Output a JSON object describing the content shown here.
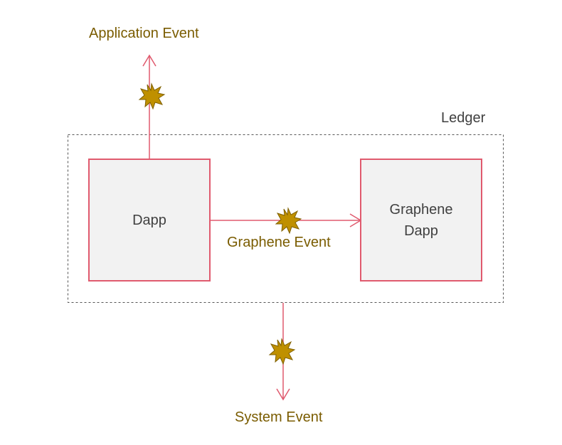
{
  "labels": {
    "application_event": "Application Event",
    "graphene_event": "Graphene Event",
    "system_event": "System Event",
    "ledger": "Ledger"
  },
  "nodes": {
    "dapp": "Dapp",
    "graphene_dapp": "Graphene\nDapp"
  },
  "colors": {
    "arrow": "#e05a6e",
    "event_text": "#7a5c00",
    "burst_fill": "#bf9000",
    "burst_stroke": "#7f6000",
    "box_fill": "#f2f2f2",
    "box_border": "#e05a6e",
    "dashed_border": "#555555"
  },
  "icons": {
    "event_burst": "explosion-burst-icon"
  }
}
